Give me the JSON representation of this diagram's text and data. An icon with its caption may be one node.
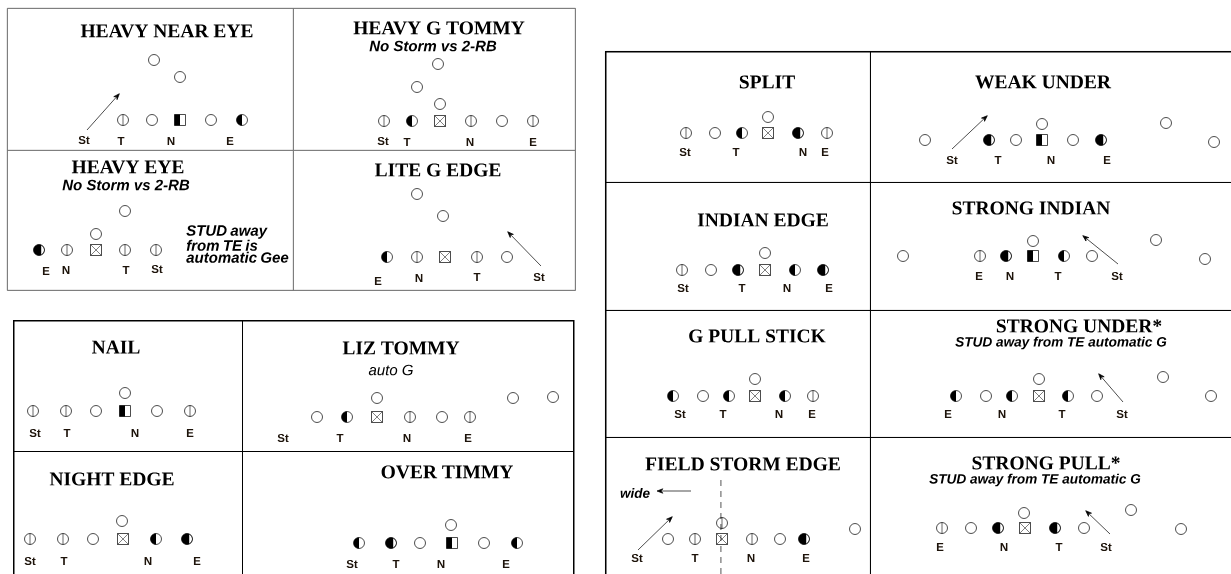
{
  "diagram": {
    "nodes": [
      {
        "text": [],
        "shape": "box"
      },
      {
        "text": [
          "HEAVY NEAR EYE",
          "St",
          "T",
          "N",
          "E"
        ],
        "in": 0
      },
      {
        "text": [
          "HEAVY G TOMMY",
          "No Storm vs 2-RB",
          "St",
          "T",
          "N",
          "E"
        ],
        "in": 0
      },
      {
        "text": [
          "HEAVY EYE",
          "No Storm vs 2-RB",
          "STUD away from TE is automatic Gee",
          "E",
          "N",
          "T",
          "St"
        ],
        "in": 0
      },
      {
        "text": [
          "LITE G EDGE",
          "E",
          "N",
          "T",
          "St"
        ],
        "in": 0
      },
      {
        "text": [],
        "shape": "box"
      },
      {
        "text": [
          "NAIL",
          "St",
          "T",
          "N",
          "E"
        ],
        "in": 5
      },
      {
        "text": [
          "LIZ TOMMY",
          "auto G",
          "St",
          "T",
          "N",
          "E"
        ],
        "in": 5
      },
      {
        "text": [
          "NIGHT EDGE",
          "St",
          "T",
          "N",
          "E"
        ],
        "in": 5
      },
      {
        "text": [
          "OVER TIMMY",
          "St",
          "T",
          "N",
          "E"
        ],
        "in": 5
      },
      {
        "text": [],
        "shape": "box"
      },
      {
        "text": [
          "SPLIT",
          "St",
          "T",
          "N",
          "E"
        ],
        "in": 10
      },
      {
        "text": [
          "WEAK UNDER",
          "St",
          "T",
          "N",
          "E"
        ],
        "in": 10
      },
      {
        "text": [
          "INDIAN EDGE",
          "St",
          "T",
          "N",
          "E"
        ],
        "in": 10
      },
      {
        "text": [
          "STRONG INDIAN",
          "E",
          "N",
          "T",
          "St"
        ],
        "in": 10
      },
      {
        "text": [
          "G PULL STICK",
          "St",
          "T",
          "N",
          "E"
        ],
        "in": 10
      },
      {
        "text": [
          "STRONG UNDER*",
          "STUD away from TE automatic G",
          "E",
          "N",
          "T",
          "St"
        ],
        "in": 10
      },
      {
        "text": [
          "FIELD STORM EDGE",
          "wide",
          "St",
          "T",
          "N",
          "E"
        ],
        "in": 10
      },
      {
        "text": [
          "STRONG PULL*",
          "STUD away from TE automatic G",
          "E",
          "N",
          "T",
          "St"
        ],
        "in": 10
      }
    ]
  }
}
